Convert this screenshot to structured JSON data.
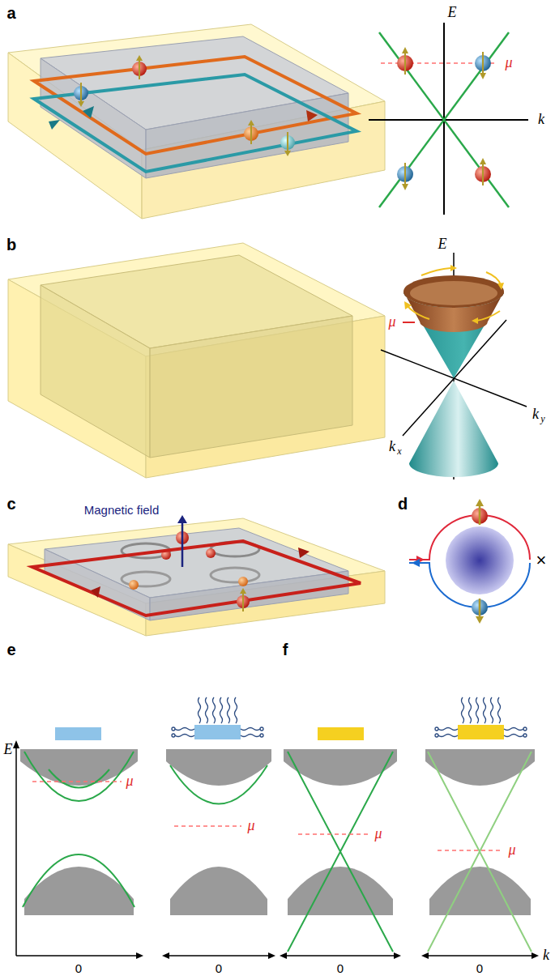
{
  "diagram": {
    "labels": [
      "a",
      "E",
      "μ",
      "k",
      "b",
      "E",
      "μ",
      "k",
      "x",
      "k",
      "y",
      "c",
      "Magnetic field",
      "d",
      "×",
      "e",
      "E",
      "μ",
      "0",
      "μ",
      "0",
      "f",
      "μ",
      "0",
      "μ",
      "0",
      "k"
    ]
  }
}
